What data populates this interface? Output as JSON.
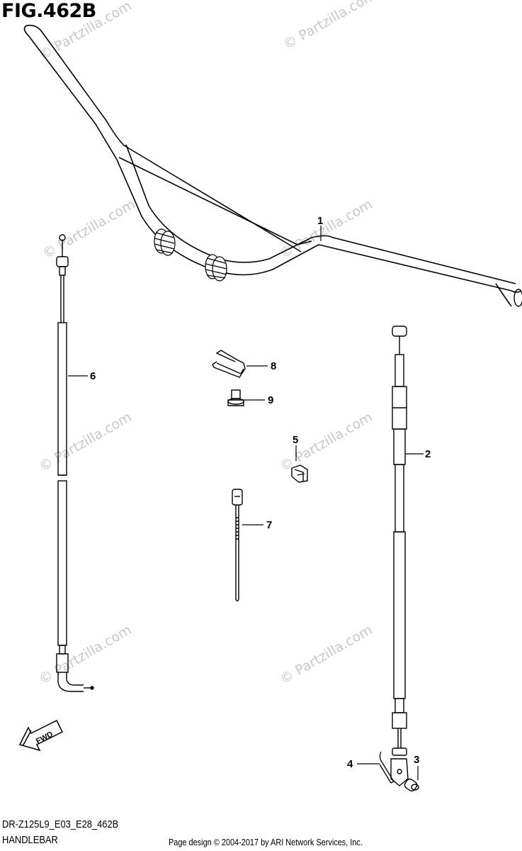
{
  "figure": {
    "title": "FIG.462B",
    "model_code": "DR-Z125L9_E03_E28_462B",
    "section_name": "HANDLEBAR"
  },
  "footer": {
    "copyright": "Page design © 2004-2017 by ARI Network Services, Inc."
  },
  "watermark": "© Partzilla.com",
  "fwd_label": "FWD",
  "callouts": [
    "1",
    "2",
    "3",
    "4",
    "5",
    "6",
    "7",
    "8",
    "9"
  ]
}
